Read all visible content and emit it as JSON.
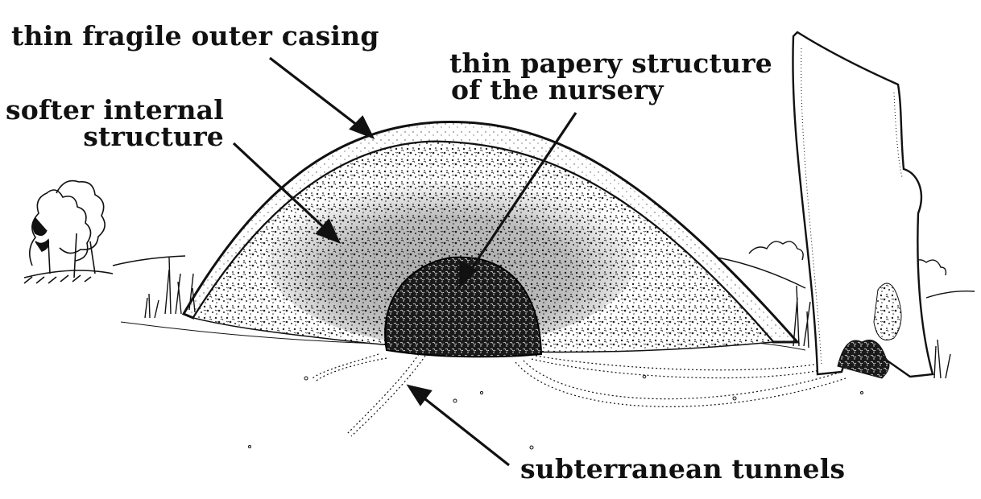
{
  "labels": {
    "outer_casing": "thin fragile outer casing",
    "internal_line1": "softer internal",
    "internal_line2": "structure",
    "nursery_line1": "thin papery structure",
    "nursery_line2": "of the nursery",
    "tunnels": "subterranean tunnels"
  },
  "colors": {
    "ink": "#111111",
    "background": "#ffffff"
  }
}
